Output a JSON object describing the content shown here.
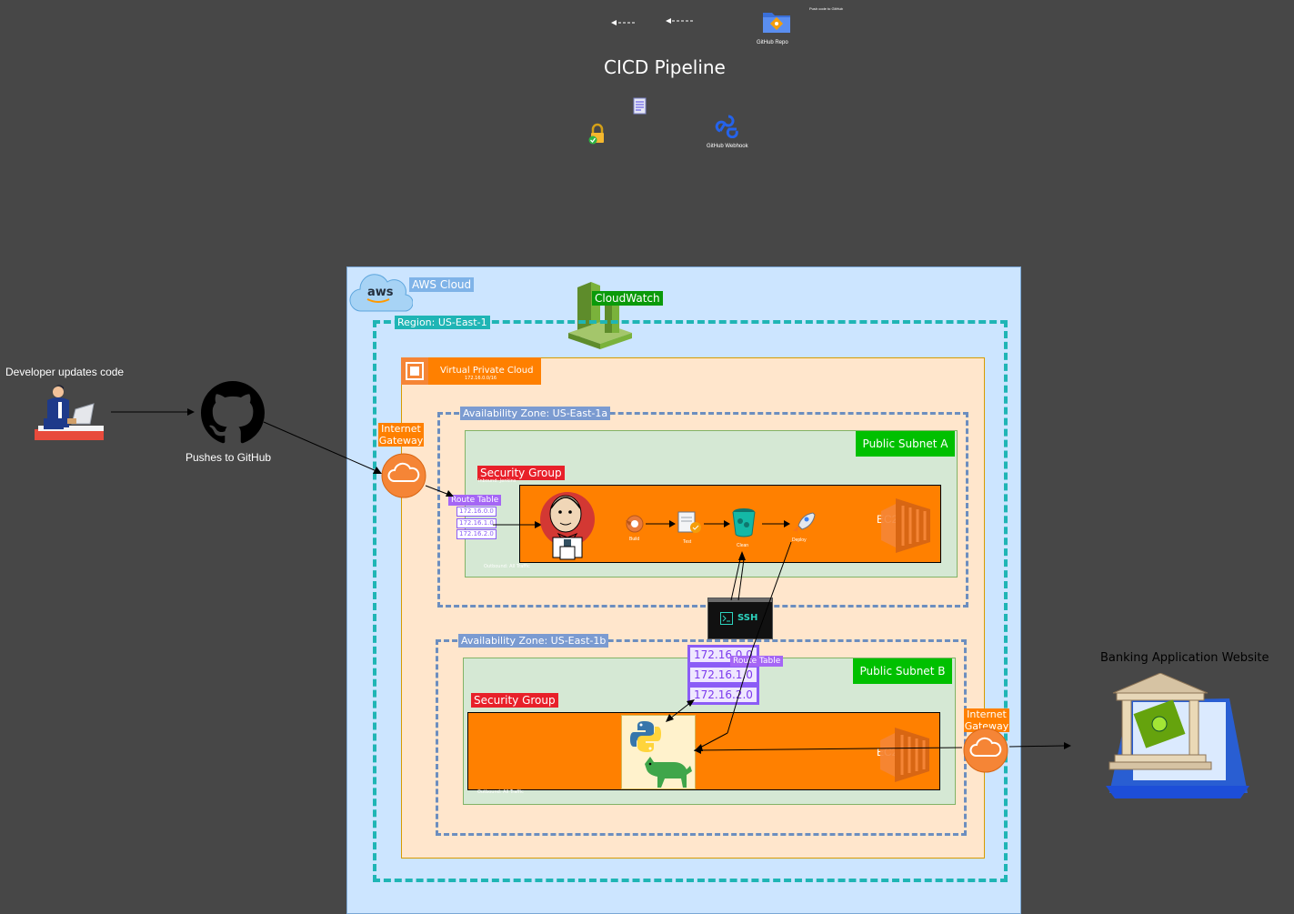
{
  "pipeline": {
    "title": "CICD Pipeline",
    "github_repo": "GitHub Repo",
    "push_note": "Push code to GitHub",
    "webhook": "GitHub Webhook"
  },
  "developer": {
    "label": "Developer updates code",
    "push_label": "Pushes to GitHub"
  },
  "aws": {
    "cloud_label": "AWS Cloud",
    "cloudwatch": "CloudWatch",
    "region": "Region: US-East-1",
    "vpc_title": "Virtual Private Cloud",
    "vpc_cidr": "172.16.0.0/16",
    "igw_label": "Internet Gateway"
  },
  "az_a": {
    "title": "Availability Zone: US-East-1a",
    "subnet": "Public Subnet A",
    "security_group": "Security Group",
    "sg_note": "Inbound: Jenkins",
    "outbound": "Outbound: All Traffic",
    "route_table": "Route Table",
    "routes": [
      "172.16.0.0",
      "172.16.1.0",
      "172.16.2.0"
    ],
    "ec2": "EC2",
    "stages": [
      "Build",
      "Test",
      "Clean",
      "Deploy"
    ]
  },
  "ssh": "SSH",
  "az_b": {
    "title": "Availability Zone: US-East-1b",
    "subnet": "Public Subnet B",
    "security_group": "Security Group",
    "outbound": "Outbound: All Traffic",
    "route_table": "Route Table",
    "routes": [
      "172.16.0.0",
      "172.16.1.0",
      "172.16.2.0"
    ],
    "ec2": "EC2",
    "igw_label": "Internet Gateway"
  },
  "website": {
    "label": "Banking Application Website"
  },
  "colors": {
    "background": "#474747",
    "aws_cloud": "#cce5ff",
    "region_border": "#1fb5b5",
    "vpc": "#ffe6cc",
    "subnet": "#d5e8d4",
    "ec2": "#ff8000",
    "subnet_badge": "#00c000",
    "sg_badge": "#e8202a",
    "route_purple": "#a566f5"
  }
}
